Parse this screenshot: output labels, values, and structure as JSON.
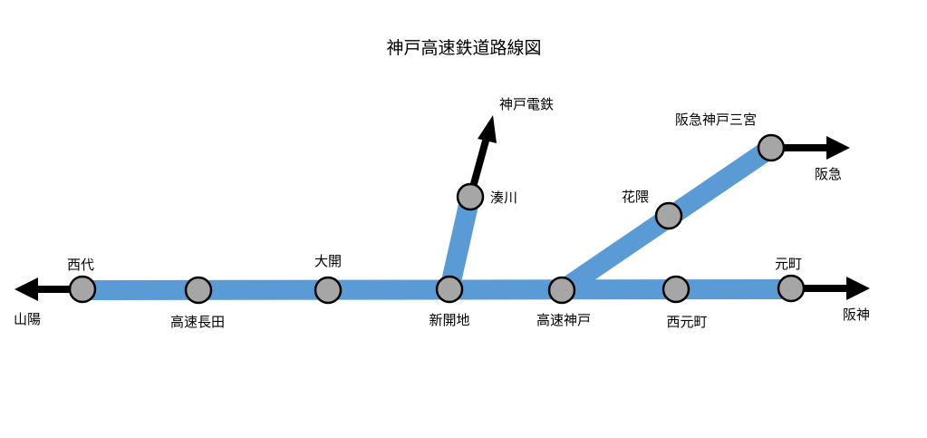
{
  "title": "神戸高速鉄道路線図",
  "colors": {
    "line": "#5b9bd5",
    "station": "#a6a6a6",
    "arrow": "#000000"
  },
  "stations": {
    "nishidai": "西代",
    "kosoku_nagata": "高速長田",
    "daikai": "大開",
    "shinkaichi": "新開地",
    "minatogawa": "湊川",
    "kosoku_kobe": "高速神戸",
    "hanakuma": "花隈",
    "hankyu_kobe_sannomiya": "阪急神戸三宮",
    "nishi_motomachi": "西元町",
    "motomachi": "元町"
  },
  "connections": {
    "sanyo": "山陽",
    "kobe_dentetsu": "神戸電鉄",
    "hankyu": "阪急",
    "hanshin": "阪神"
  }
}
